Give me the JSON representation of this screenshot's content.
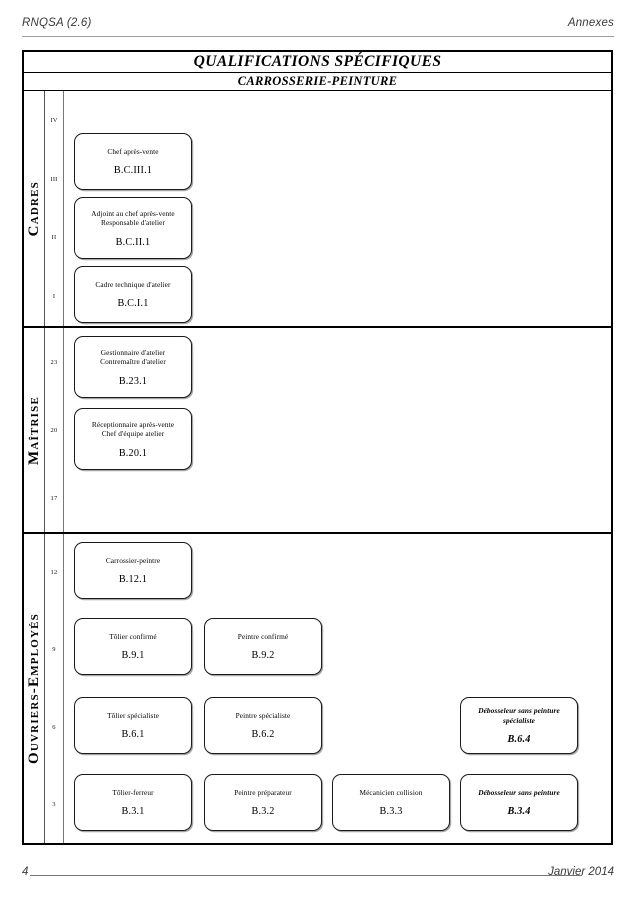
{
  "page_header": {
    "left": "RNQSA (2.6)",
    "right": "Annexes"
  },
  "page_footer": {
    "page_number": "4",
    "date": "Janvier 2014"
  },
  "table": {
    "title": "QUALIFICATIONS SPÉCIFIQUES",
    "subtitle": "CARROSSERIE-PEINTURE",
    "bands": [
      {
        "category": "Cadres",
        "levels": [
          "IV",
          "III",
          "II",
          "I"
        ],
        "boxes": [
          {
            "title": "Chef après-vente",
            "code": "B.C.III.1",
            "emphasis": false
          },
          {
            "title": "Adjoint au chef après-vente\nResponsable d'atelier",
            "code": "B.C.II.1",
            "emphasis": false
          },
          {
            "title": "Cadre technique d'atelier",
            "code": "B.C.I.1",
            "emphasis": false
          }
        ]
      },
      {
        "category": "Maîtrise",
        "levels": [
          "23",
          "20",
          "17"
        ],
        "boxes": [
          {
            "title": "Gestionnaire d'atelier\nContremaître d'atelier",
            "code": "B.23.1",
            "emphasis": false
          },
          {
            "title": "Réceptionnaire après-vente\nChef d'équipe atelier",
            "code": "B.20.1",
            "emphasis": false
          }
        ]
      },
      {
        "category": "Ouvriers-Employés",
        "levels": [
          "12",
          "9",
          "6",
          "3"
        ],
        "boxes": [
          {
            "title": "Carrossier-peintre",
            "code": "B.12.1",
            "emphasis": false
          },
          {
            "title": "Tôlier confirmé",
            "code": "B.9.1",
            "emphasis": false
          },
          {
            "title": "Peintre confirmé",
            "code": "B.9.2",
            "emphasis": false
          },
          {
            "title": "Tôlier spécialiste",
            "code": "B.6.1",
            "emphasis": false
          },
          {
            "title": "Peintre spécialiste",
            "code": "B.6.2",
            "emphasis": false
          },
          {
            "title": "Débosseleur sans peinture\nspécialiste",
            "code": "B.6.4",
            "emphasis": true
          },
          {
            "title": "Tôlier-ferreur",
            "code": "B.3.1",
            "emphasis": false
          },
          {
            "title": "Peintre préparateur",
            "code": "B.3.2",
            "emphasis": false
          },
          {
            "title": "Mécanicien collision",
            "code": "B.3.3",
            "emphasis": false
          },
          {
            "title": "Débosseleur sans peinture",
            "code": "B.3.4",
            "emphasis": true
          }
        ]
      }
    ]
  },
  "colors": {
    "border": "#000000",
    "text": "#000000",
    "header_text": "#3a3a3a"
  }
}
